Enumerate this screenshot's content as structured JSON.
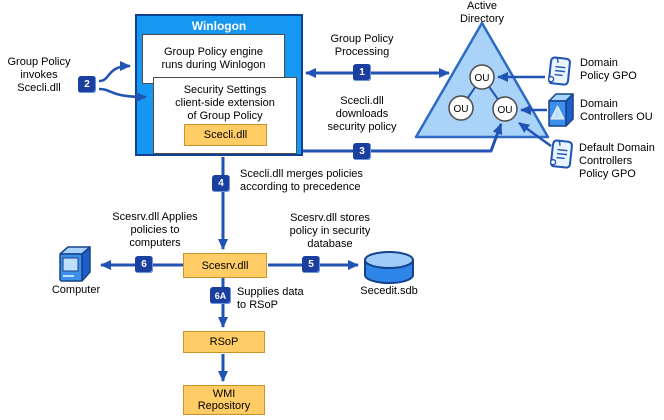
{
  "winlogon": {
    "title": "Winlogon",
    "engine": "Group Policy engine\nruns during Winlogon",
    "cse": "Security Settings\nclient-side extension\nof Group Policy",
    "scecli": "Scecli.dll"
  },
  "ad": {
    "label": "Active\nDirectory",
    "ou_top": "OU",
    "ou_left": "OU",
    "ou_right": "OU"
  },
  "gpo_labels": {
    "domain_policy": "Domain\nPolicy GPO",
    "domain_controllers": "Domain\nControllers OU",
    "default_domain": "Default Domain\nControllers\nPolicy GPO"
  },
  "steps": {
    "s1": {
      "n": "1",
      "label": "Group Policy\nProcessing"
    },
    "s2": {
      "n": "2",
      "label": "Group Policy\ninvokes Scecli.dll"
    },
    "s3": {
      "n": "3",
      "label": "Scecli.dll\ndownloads\nsecurity policy"
    },
    "s4": {
      "n": "4",
      "label": "Scecli.dll merges policies\naccording to precedence"
    },
    "s5": {
      "n": "5",
      "label": "Scesrv.dll stores\npolicy in security\ndatabase"
    },
    "s6": {
      "n": "6",
      "label": "Scesrv.dll Applies\npolicies to\ncomputers"
    },
    "s6a": {
      "n": "6A",
      "label": "Supplies data\nto RSoP"
    }
  },
  "nodes": {
    "scesrv": "Scesrv.dll",
    "rsop": "RSoP",
    "wmi": "WMI\nRepository",
    "computer": "Computer",
    "secedit": "Secedit.sdb"
  },
  "icons": {
    "domain_policy_gpo": "scroll-icon",
    "domain_controllers_ou": "server-icon",
    "default_domain_controllers_policy_gpo": "scroll-icon",
    "computer": "computer-icon",
    "secedit": "database-cylinder-icon"
  },
  "colors": {
    "winlogon_fill": "#1697F2",
    "winlogon_border": "#14418F",
    "orange_fill": "#FFCC66",
    "orange_border": "#C9922A",
    "arrow_blue": "#2053B4",
    "badge_navy": "#1B3F9E",
    "triangle_fill": "#A9D3F8",
    "triangle_stroke": "#2E6BC2",
    "icon_blue": "#3E8FEA",
    "icon_dark": "#1B5FC8",
    "icon_light": "#A8D4FA"
  }
}
